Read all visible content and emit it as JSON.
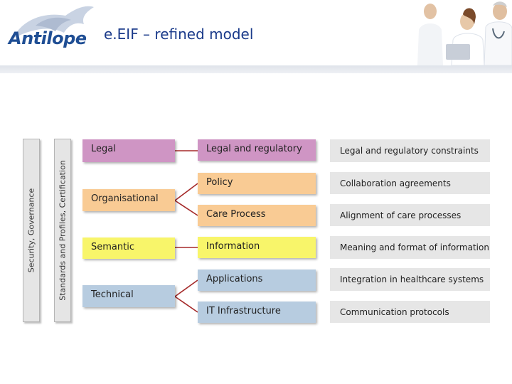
{
  "header": {
    "logo_text": "Antilope",
    "title": "e.EIF – refined model"
  },
  "colors": {
    "legal": "#cf95c4",
    "organisational": "#f9cb94",
    "semantic": "#f8f56a",
    "technical": "#b7cce0",
    "description": "#e6e6e6",
    "connector": "#a52a2a"
  },
  "side_bars": {
    "security": "Security, Governance",
    "standards": "Standards and Profiles, Certification"
  },
  "levels": {
    "legal": "Legal",
    "organisational": "Organisational",
    "semantic": "Semantic",
    "technical": "Technical"
  },
  "sublevels": {
    "legal_regulatory": "Legal and regulatory",
    "policy": "Policy",
    "care_process": "Care Process",
    "information": "Information",
    "applications": "Applications",
    "it_infrastructure": "IT Infrastructure"
  },
  "descriptions": {
    "legal_regulatory_constraints": "Legal  and regulatory constraints",
    "collaboration_agreements": "Collaboration agreements",
    "alignment_care_processes": "Alignment of care processes",
    "meaning_format_information": "Meaning and format of information",
    "integration_healthcare_systems": "Integration in healthcare systems",
    "communication_protocols": "Communication protocols"
  }
}
